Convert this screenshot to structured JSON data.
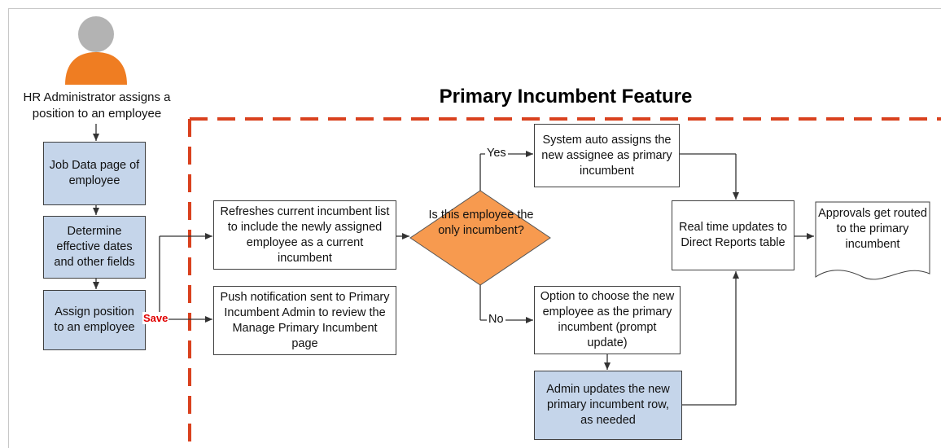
{
  "title": "Primary Incumbent Feature",
  "actor": {
    "label": "HR Administrator assigns a position to an employee"
  },
  "left_steps": [
    {
      "text": "Job Data page of employee"
    },
    {
      "text": "Determine effective dates and other fields"
    },
    {
      "text": "Assign position to an employee"
    }
  ],
  "save_label": "Save",
  "refresh_box": "Refreshes current incumbent list to include the newly assigned employee as a current incumbent",
  "push_box": "Push notification sent to Primary Incumbent Admin to review the Manage Primary Incumbent page",
  "decision": "Is this employee the only incumbent?",
  "yes_label": "Yes",
  "no_label": "No",
  "auto_assign_box": "System auto assigns the new assignee as primary incumbent",
  "option_box": "Option to choose the new employee as the primary incumbent (prompt update)",
  "admin_box": "Admin updates the new primary incumbent row, as needed",
  "realtime_box": "Real time updates to Direct Reports table",
  "approvals_doc": "Approvals get routed to the primary incumbent",
  "colors": {
    "step_fill": "#c5d5ea",
    "decision_fill": "#f79a4f",
    "dashed_border": "#d9411e",
    "save_text": "#e00000",
    "person_body": "#ef7d22",
    "person_head": "#b3b3b3"
  }
}
